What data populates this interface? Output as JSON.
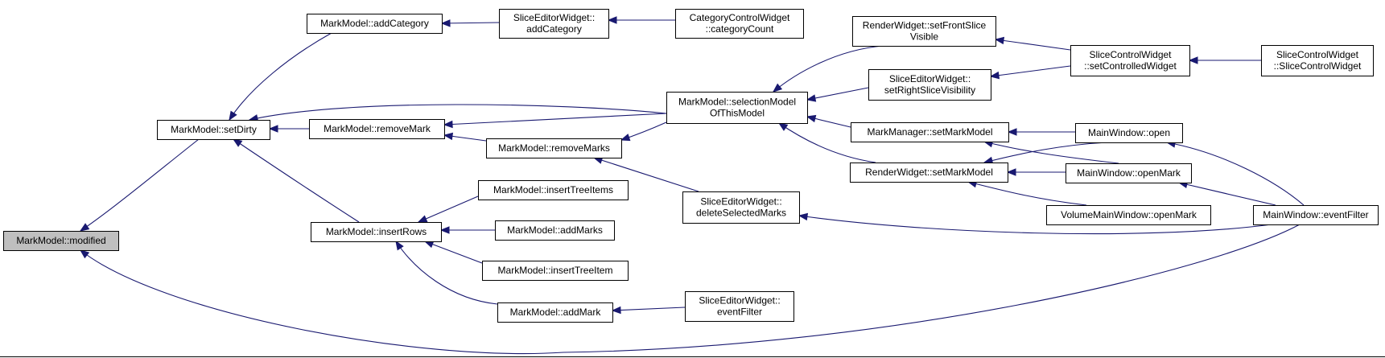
{
  "diagram": {
    "colors": {
      "edge": "#191970",
      "node_border": "#000000",
      "node_fill": "#ffffff",
      "highlight_fill": "#bfbfbf",
      "background": "#ffffff"
    },
    "nodes": [
      {
        "id": "modified",
        "lines": [
          "MarkModel::modified"
        ],
        "highlight": true
      },
      {
        "id": "setDirty",
        "lines": [
          "MarkModel::setDirty"
        ]
      },
      {
        "id": "addCategory",
        "lines": [
          "MarkModel::addCategory"
        ]
      },
      {
        "id": "sew_addCategory",
        "lines": [
          "SliceEditorWidget::",
          "addCategory"
        ]
      },
      {
        "id": "categoryCount",
        "lines": [
          "CategoryControlWidget",
          "::categoryCount"
        ]
      },
      {
        "id": "removeMark",
        "lines": [
          "MarkModel::removeMark"
        ]
      },
      {
        "id": "removeMarks",
        "lines": [
          "MarkModel::removeMarks"
        ]
      },
      {
        "id": "insertRows",
        "lines": [
          "MarkModel::insertRows"
        ]
      },
      {
        "id": "insertTreeItems",
        "lines": [
          "MarkModel::insertTreeItems"
        ]
      },
      {
        "id": "addMarks",
        "lines": [
          "MarkModel::addMarks"
        ]
      },
      {
        "id": "insertTreeItem",
        "lines": [
          "MarkModel::insertTreeItem"
        ]
      },
      {
        "id": "addMark",
        "lines": [
          "MarkModel::addMark"
        ]
      },
      {
        "id": "selectionModel",
        "lines": [
          "MarkModel::selectionModel",
          "OfThisModel"
        ]
      },
      {
        "id": "deleteSelectedMarks",
        "lines": [
          "SliceEditorWidget::",
          "deleteSelectedMarks"
        ]
      },
      {
        "id": "sew_eventFilter",
        "lines": [
          "SliceEditorWidget::",
          "eventFilter"
        ]
      },
      {
        "id": "setFrontSliceVisible",
        "lines": [
          "RenderWidget::setFrontSlice",
          "Visible"
        ]
      },
      {
        "id": "setRightSliceVisibility",
        "lines": [
          "SliceEditorWidget::",
          "setRightSliceVisibility"
        ]
      },
      {
        "id": "mm_setMarkModel",
        "lines": [
          "MarkManager::setMarkModel"
        ]
      },
      {
        "id": "rw_setMarkModel",
        "lines": [
          "RenderWidget::setMarkModel"
        ]
      },
      {
        "id": "setControlledWidget",
        "lines": [
          "SliceControlWidget",
          "::setControlledWidget"
        ]
      },
      {
        "id": "scw_ctor",
        "lines": [
          "SliceControlWidget",
          "::SliceControlWidget"
        ]
      },
      {
        "id": "mw_open",
        "lines": [
          "MainWindow::open"
        ]
      },
      {
        "id": "mw_openMark",
        "lines": [
          "MainWindow::openMark"
        ]
      },
      {
        "id": "vmw_openMark",
        "lines": [
          "VolumeMainWindow::openMark"
        ]
      },
      {
        "id": "mw_eventFilter",
        "lines": [
          "MainWindow::eventFilter"
        ]
      }
    ],
    "edges": [
      {
        "from": "setDirty",
        "to": "modified"
      },
      {
        "from": "insertRows",
        "to": "setDirty"
      },
      {
        "from": "mw_eventFilter",
        "to": "modified"
      },
      {
        "from": "addCategory",
        "to": "setDirty"
      },
      {
        "from": "removeMark",
        "to": "setDirty"
      },
      {
        "from": "selectionModel",
        "to": "setDirty"
      },
      {
        "from": "sew_addCategory",
        "to": "addCategory"
      },
      {
        "from": "categoryCount",
        "to": "sew_addCategory"
      },
      {
        "from": "selectionModel",
        "to": "removeMark"
      },
      {
        "from": "removeMarks",
        "to": "removeMark"
      },
      {
        "from": "selectionModel",
        "to": "removeMarks"
      },
      {
        "from": "deleteSelectedMarks",
        "to": "removeMarks"
      },
      {
        "from": "insertTreeItems",
        "to": "insertRows"
      },
      {
        "from": "addMarks",
        "to": "insertRows"
      },
      {
        "from": "insertTreeItem",
        "to": "insertRows"
      },
      {
        "from": "addMark",
        "to": "insertRows"
      },
      {
        "from": "sew_eventFilter",
        "to": "addMark"
      },
      {
        "from": "setFrontSliceVisible",
        "to": "selectionModel"
      },
      {
        "from": "setRightSliceVisibility",
        "to": "selectionModel"
      },
      {
        "from": "mm_setMarkModel",
        "to": "selectionModel"
      },
      {
        "from": "rw_setMarkModel",
        "to": "selectionModel"
      },
      {
        "from": "setControlledWidget",
        "to": "setFrontSliceVisible"
      },
      {
        "from": "setControlledWidget",
        "to": "setRightSliceVisibility"
      },
      {
        "from": "scw_ctor",
        "to": "setControlledWidget"
      },
      {
        "from": "mw_open",
        "to": "mm_setMarkModel"
      },
      {
        "from": "mw_openMark",
        "to": "mm_setMarkModel"
      },
      {
        "from": "mw_open",
        "to": "rw_setMarkModel"
      },
      {
        "from": "mw_openMark",
        "to": "rw_setMarkModel"
      },
      {
        "from": "vmw_openMark",
        "to": "rw_setMarkModel"
      },
      {
        "from": "mw_eventFilter",
        "to": "mw_open"
      },
      {
        "from": "mw_eventFilter",
        "to": "mw_openMark"
      },
      {
        "from": "mw_eventFilter",
        "to": "deleteSelectedMarks"
      }
    ]
  }
}
